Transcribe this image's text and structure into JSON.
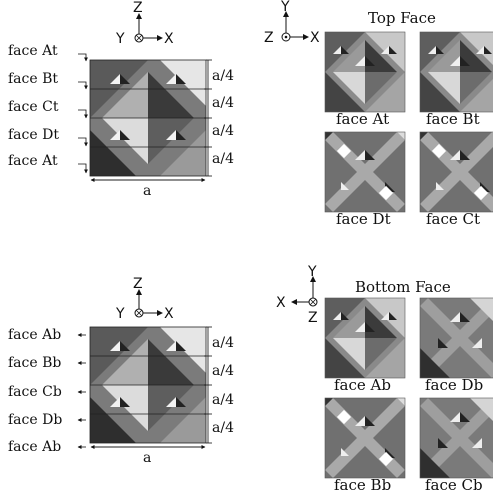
{
  "top_left": {
    "axes": {
      "z": "Z",
      "y": "Y",
      "x": "X"
    },
    "face_labels": [
      "face At",
      "face Bt",
      "face Ct",
      "face Dt",
      "face At"
    ],
    "quarter_labels": [
      "a/4",
      "a/4",
      "a/4",
      "a/4"
    ],
    "width_label": "a"
  },
  "top_right": {
    "axes": {
      "y": "Y",
      "z": "Z",
      "x": "X"
    },
    "title": "Top Face",
    "captions": [
      "face At",
      "face Bt",
      "face Dt",
      "face Ct"
    ]
  },
  "bottom_left": {
    "axes": {
      "z": "Z",
      "y": "Y",
      "x": "X"
    },
    "face_labels": [
      "face Ab",
      "face Bb",
      "face Cb",
      "face Db",
      "face Ab"
    ],
    "quarter_labels": [
      "a/4",
      "a/4",
      "a/4",
      "a/4"
    ],
    "width_label": "a"
  },
  "bottom_right": {
    "axes": {
      "y": "Y",
      "x": "X",
      "z": "Z"
    },
    "title": "Bottom Face",
    "captions": [
      "face Ab",
      "face Db",
      "face Bb",
      "face Cb"
    ]
  }
}
